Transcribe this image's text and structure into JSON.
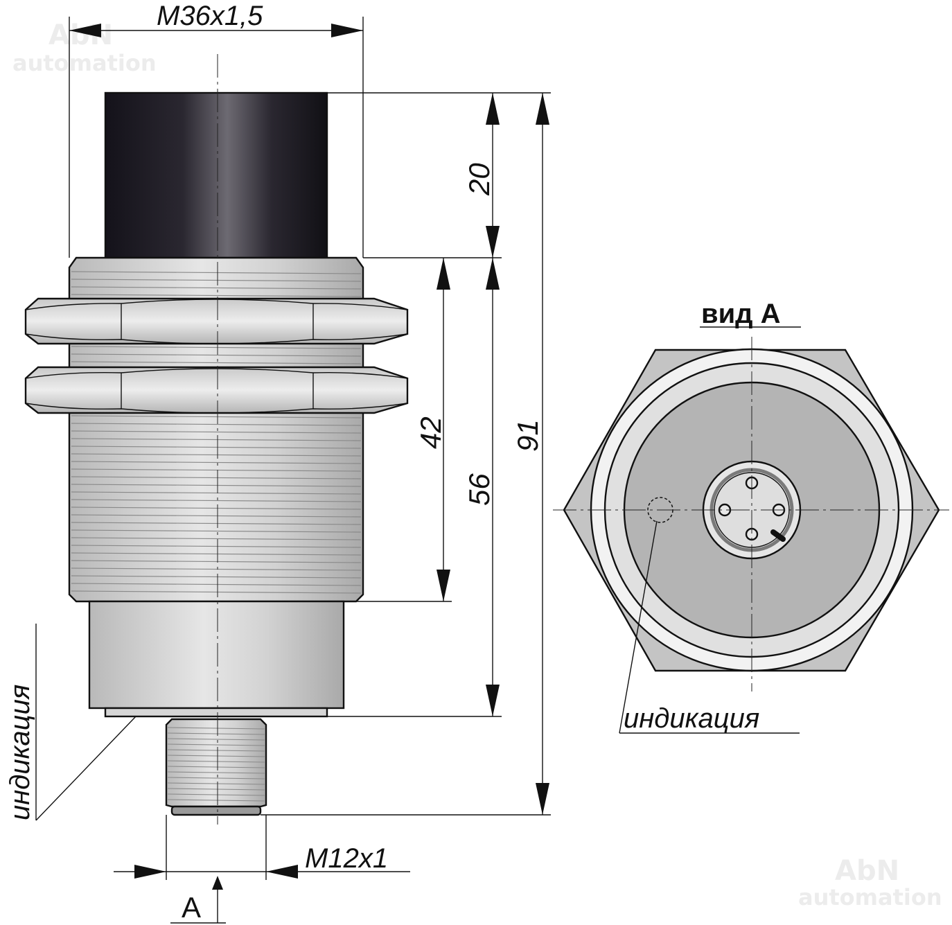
{
  "watermark": {
    "line1": "AbN",
    "line2": "automation"
  },
  "dimensions": {
    "thread_main": "M36x1,5",
    "sensing_length": "20",
    "thread_length": "42",
    "body_length": "56",
    "total_length": "91",
    "thread_connector": "M12x1"
  },
  "labels": {
    "indication_left": "индикация",
    "indication_right": "индикация",
    "view_title": "вид А",
    "view_arrow": "А"
  },
  "colors": {
    "cap_dark": "#1e1b22",
    "metal": "#c8c8c8",
    "face": "#b2b2b2",
    "outline": "#111111"
  }
}
